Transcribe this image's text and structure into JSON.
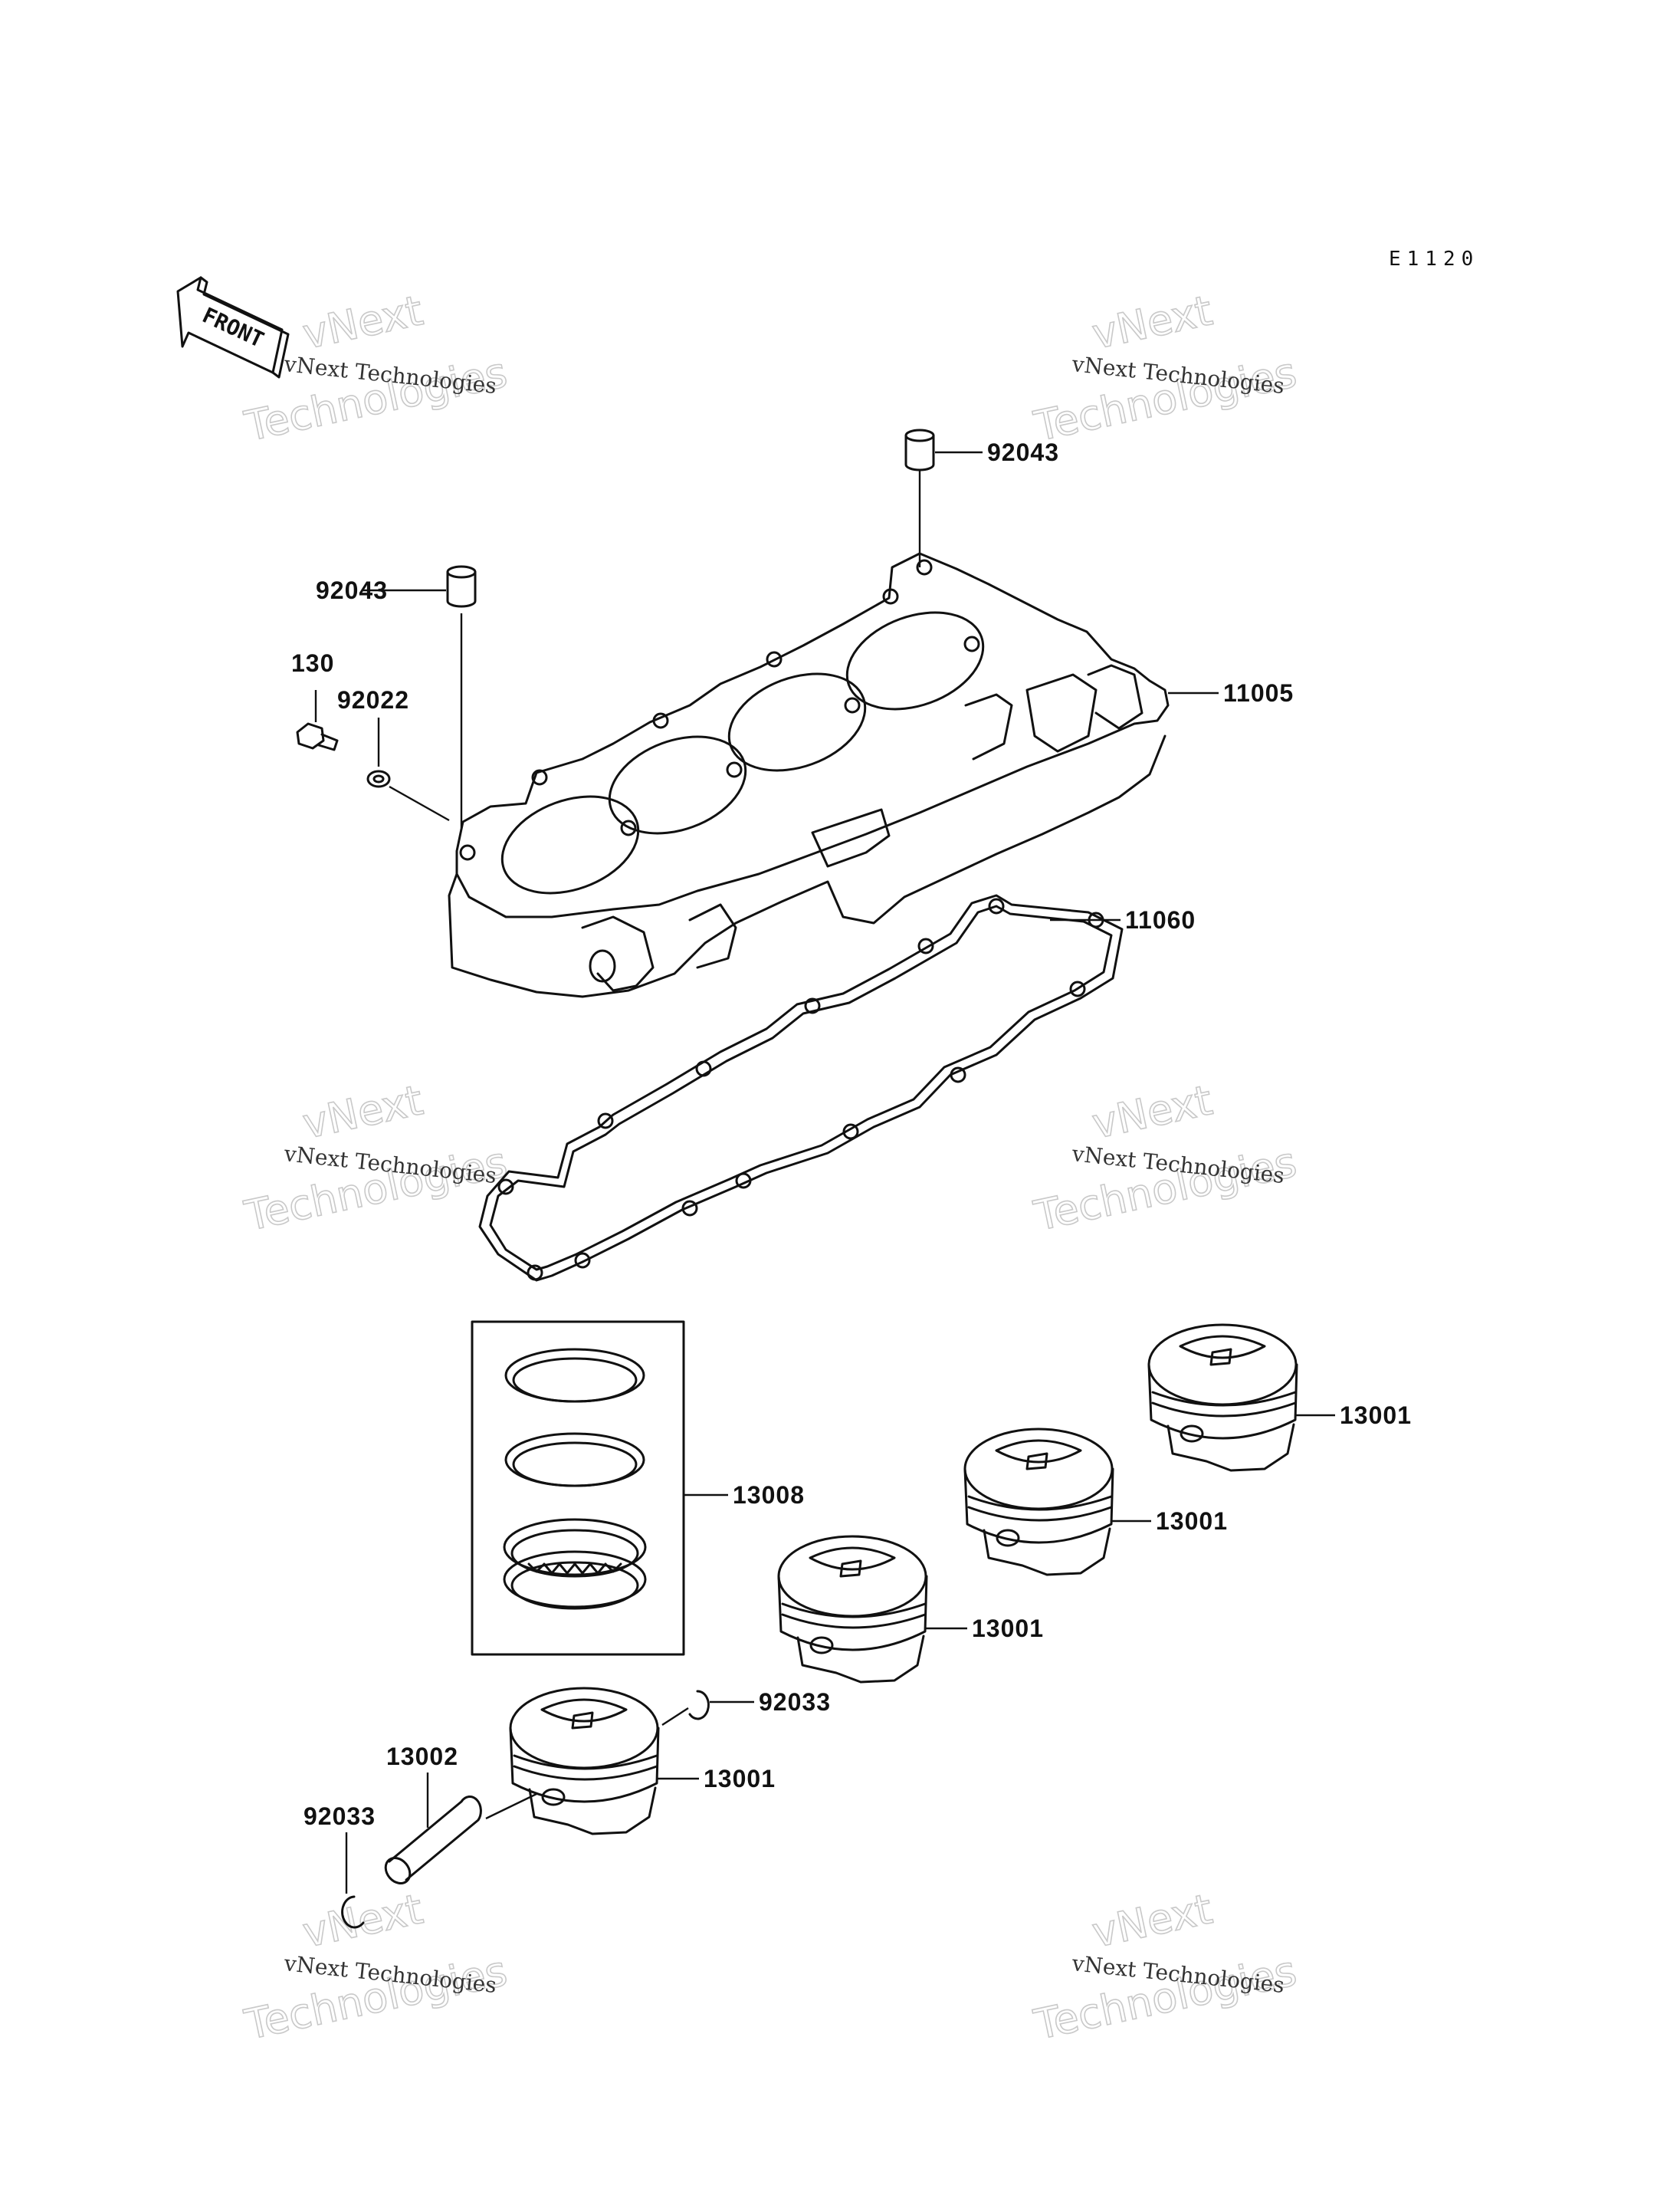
{
  "diagram_code": "E1120",
  "front_label": "FRONT",
  "watermark": {
    "line_small": "vNext Technologies",
    "big_line1": "vNext",
    "big_line2": "Technologies"
  },
  "labels": {
    "dowel_top": "92043",
    "dowel_left": "92043",
    "bolt": "130",
    "washer": "92022",
    "cylinder": "11005",
    "gasket": "11060",
    "ring_set": "13008",
    "piston_1": "13001",
    "piston_2": "13001",
    "piston_3": "13001",
    "piston_4": "13001",
    "circlip_right": "92033",
    "pin": "13002",
    "circlip_left": "92033"
  }
}
